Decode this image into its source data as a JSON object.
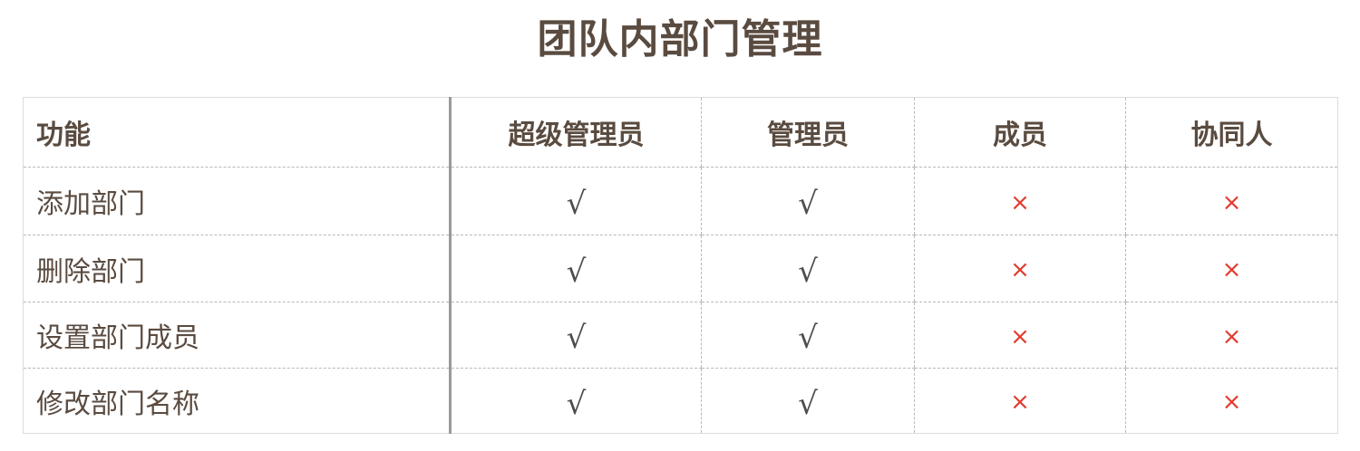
{
  "title": "团队内部门管理",
  "colors": {
    "text": "#5a4b40",
    "yes_mark": "#4d4d4d",
    "no_mark": "#e23b2e",
    "grid": "#b8b8b8"
  },
  "table": {
    "headers": [
      "功能",
      "超级管理员",
      "管理员",
      "成员",
      "协同人"
    ],
    "rows": [
      {
        "feature": "添加部门",
        "cells": [
          "√",
          "√",
          "×",
          "×"
        ]
      },
      {
        "feature": "删除部门",
        "cells": [
          "√",
          "√",
          "×",
          "×"
        ]
      },
      {
        "feature": "设置部门成员",
        "cells": [
          "√",
          "√",
          "×",
          "×"
        ]
      },
      {
        "feature": "修改部门名称",
        "cells": [
          "√",
          "√",
          "×",
          "×"
        ]
      }
    ]
  }
}
